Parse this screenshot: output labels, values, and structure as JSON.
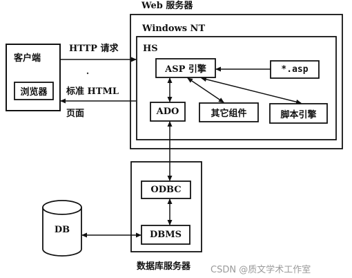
{
  "labels": {
    "web_server": "Web 服务器",
    "windows_nt": "Windows NT",
    "iis": "HS",
    "client": "客户端",
    "browser": "浏览器",
    "http_request": "HTTP 请求",
    "html_response_line1": "标准 HTML",
    "html_response_line2": "页面",
    "asp_engine": "ASP 引擎",
    "asp_file": "*.asp",
    "ado": "ADO",
    "other_components": "其它组件",
    "script_engine": "脚本引擎",
    "odbc": "ODBC",
    "dbms": "DBMS",
    "db": "DB",
    "db_server": "数据库服务器"
  },
  "watermark": "CSDN @质文学术工作室"
}
